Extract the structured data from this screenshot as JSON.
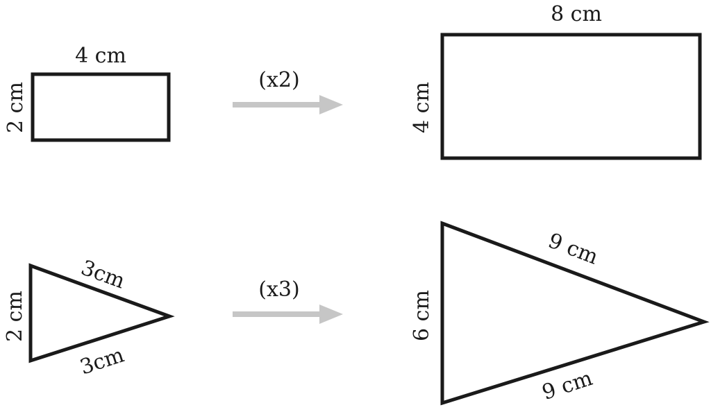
{
  "colors": {
    "outline": "#1a1a1a",
    "arrow": "#c6c6c6",
    "background": "#ffffff"
  },
  "rectangle_example": {
    "original": {
      "width_label": "4 cm",
      "height_label": "2 cm"
    },
    "scale_label": "(x2)",
    "scaled": {
      "width_label": "8 cm",
      "height_label": "4 cm"
    }
  },
  "triangle_example": {
    "original": {
      "upper_side_label": "3cm",
      "lower_side_label": "3cm",
      "base_label": "2 cm"
    },
    "scale_label": "(x3)",
    "scaled": {
      "upper_side_label": "9 cm",
      "lower_side_label": "9 cm",
      "base_label": "6 cm"
    }
  }
}
